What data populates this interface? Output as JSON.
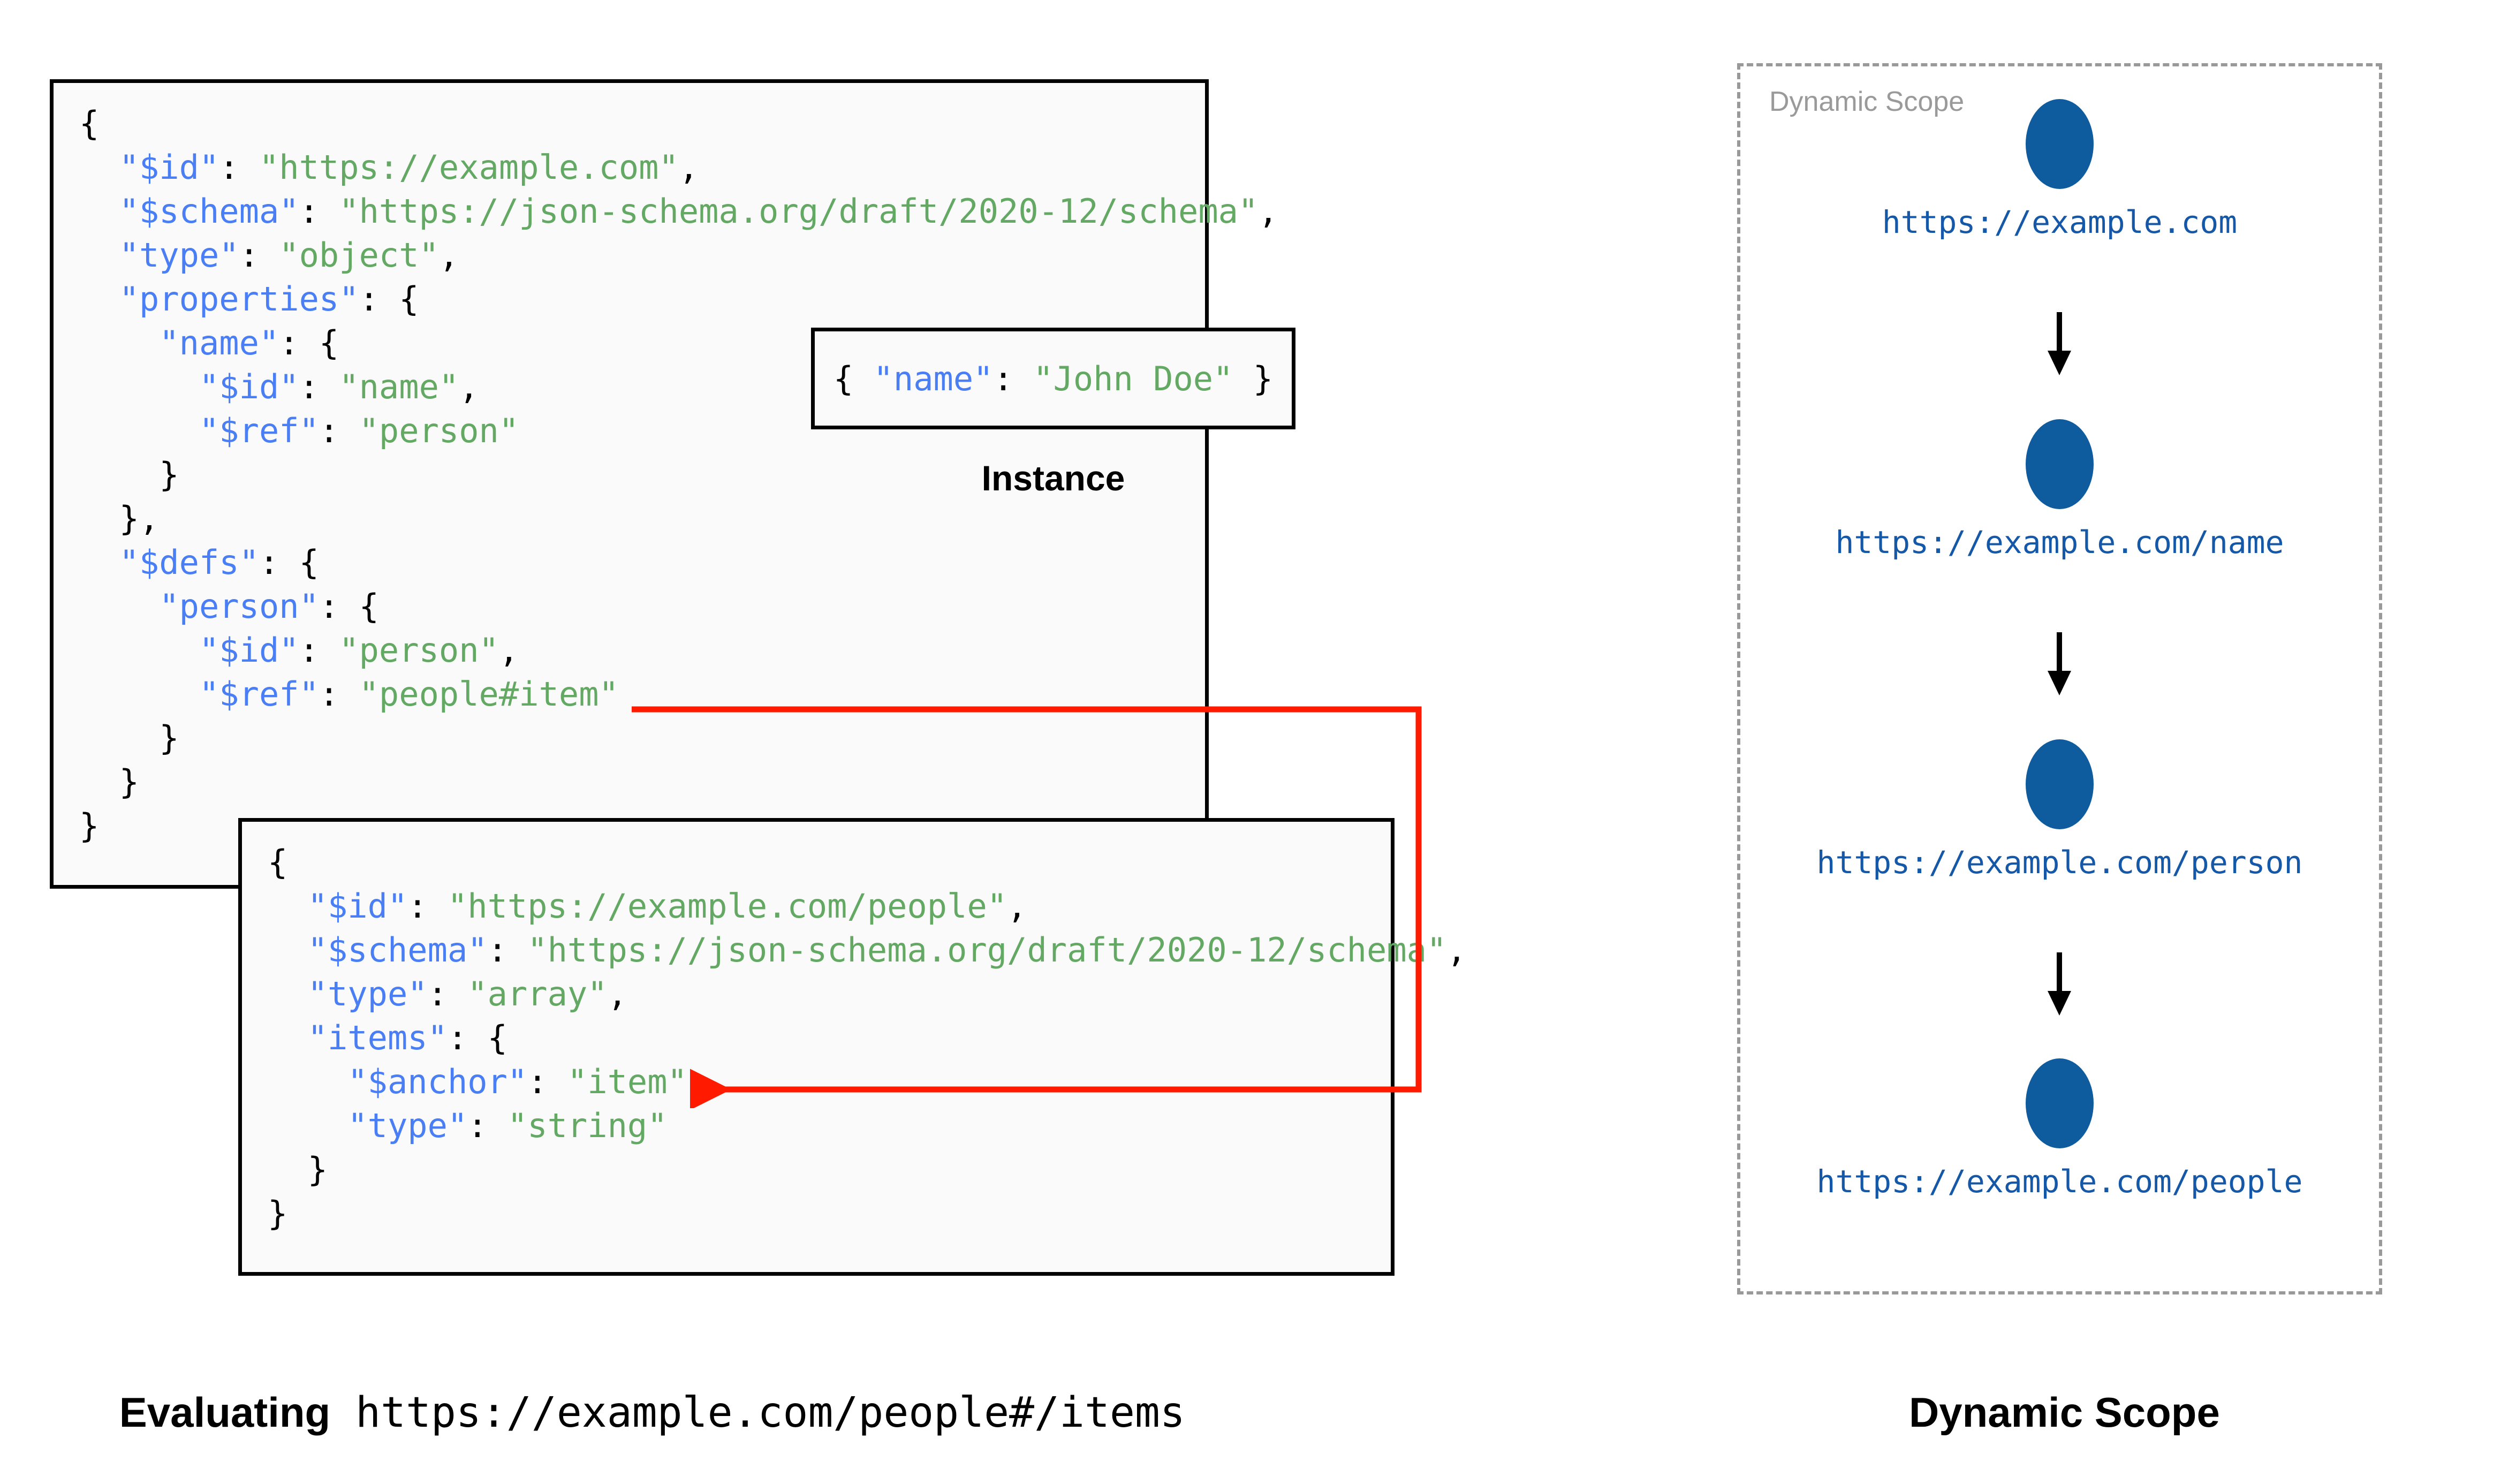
{
  "schema_box": {
    "lines": [
      [
        {
          "t": "{",
          "c": "p"
        }
      ],
      [
        {
          "t": "  ",
          "c": "p"
        },
        {
          "t": "\"$id\"",
          "c": "k"
        },
        {
          "t": ": ",
          "c": "p"
        },
        {
          "t": "\"https://example.com\"",
          "c": "s"
        },
        {
          "t": ",",
          "c": "p"
        }
      ],
      [
        {
          "t": "  ",
          "c": "p"
        },
        {
          "t": "\"$schema\"",
          "c": "k"
        },
        {
          "t": ": ",
          "c": "p"
        },
        {
          "t": "\"https://json-schema.org/draft/2020-12/schema\"",
          "c": "s"
        },
        {
          "t": ",",
          "c": "p"
        }
      ],
      [
        {
          "t": "  ",
          "c": "p"
        },
        {
          "t": "\"type\"",
          "c": "k"
        },
        {
          "t": ": ",
          "c": "p"
        },
        {
          "t": "\"object\"",
          "c": "s"
        },
        {
          "t": ",",
          "c": "p"
        }
      ],
      [
        {
          "t": "  ",
          "c": "p"
        },
        {
          "t": "\"properties\"",
          "c": "k"
        },
        {
          "t": ": {",
          "c": "p"
        }
      ],
      [
        {
          "t": "    ",
          "c": "p"
        },
        {
          "t": "\"name\"",
          "c": "k"
        },
        {
          "t": ": {",
          "c": "p"
        }
      ],
      [
        {
          "t": "      ",
          "c": "p"
        },
        {
          "t": "\"$id\"",
          "c": "k"
        },
        {
          "t": ": ",
          "c": "p"
        },
        {
          "t": "\"name\"",
          "c": "s"
        },
        {
          "t": ",",
          "c": "p"
        }
      ],
      [
        {
          "t": "      ",
          "c": "p"
        },
        {
          "t": "\"$ref\"",
          "c": "k"
        },
        {
          "t": ": ",
          "c": "p"
        },
        {
          "t": "\"person\"",
          "c": "s"
        }
      ],
      [
        {
          "t": "    }",
          "c": "p"
        }
      ],
      [
        {
          "t": "  },",
          "c": "p"
        }
      ],
      [
        {
          "t": "  ",
          "c": "p"
        },
        {
          "t": "\"$defs\"",
          "c": "k"
        },
        {
          "t": ": {",
          "c": "p"
        }
      ],
      [
        {
          "t": "    ",
          "c": "p"
        },
        {
          "t": "\"person\"",
          "c": "k"
        },
        {
          "t": ": {",
          "c": "p"
        }
      ],
      [
        {
          "t": "      ",
          "c": "p"
        },
        {
          "t": "\"$id\"",
          "c": "k"
        },
        {
          "t": ": ",
          "c": "p"
        },
        {
          "t": "\"person\"",
          "c": "s"
        },
        {
          "t": ",",
          "c": "p"
        }
      ],
      [
        {
          "t": "      ",
          "c": "p"
        },
        {
          "t": "\"$ref\"",
          "c": "k"
        },
        {
          "t": ": ",
          "c": "p"
        },
        {
          "t": "\"people#item\"",
          "c": "s"
        }
      ],
      [
        {
          "t": "    }",
          "c": "p"
        }
      ],
      [
        {
          "t": "  }",
          "c": "p"
        }
      ],
      [
        {
          "t": "}",
          "c": "p"
        }
      ]
    ]
  },
  "people_box": {
    "lines": [
      [
        {
          "t": "{",
          "c": "p"
        }
      ],
      [
        {
          "t": "  ",
          "c": "p"
        },
        {
          "t": "\"$id\"",
          "c": "k"
        },
        {
          "t": ": ",
          "c": "p"
        },
        {
          "t": "\"https://example.com/people\"",
          "c": "s"
        },
        {
          "t": ",",
          "c": "p"
        }
      ],
      [
        {
          "t": "  ",
          "c": "p"
        },
        {
          "t": "\"$schema\"",
          "c": "k"
        },
        {
          "t": ": ",
          "c": "p"
        },
        {
          "t": "\"https://json-schema.org/draft/2020-12/schema\"",
          "c": "s"
        },
        {
          "t": ",",
          "c": "p"
        }
      ],
      [
        {
          "t": "  ",
          "c": "p"
        },
        {
          "t": "\"type\"",
          "c": "k"
        },
        {
          "t": ": ",
          "c": "p"
        },
        {
          "t": "\"array\"",
          "c": "s"
        },
        {
          "t": ",",
          "c": "p"
        }
      ],
      [
        {
          "t": "  ",
          "c": "p"
        },
        {
          "t": "\"items\"",
          "c": "k"
        },
        {
          "t": ": {",
          "c": "p"
        }
      ],
      [
        {
          "t": "    ",
          "c": "p"
        },
        {
          "t": "\"$anchor\"",
          "c": "k"
        },
        {
          "t": ": ",
          "c": "p"
        },
        {
          "t": "\"item\"",
          "c": "s"
        },
        {
          "t": ",",
          "c": "p"
        }
      ],
      [
        {
          "t": "    ",
          "c": "p"
        },
        {
          "t": "\"type\"",
          "c": "k"
        },
        {
          "t": ": ",
          "c": "p"
        },
        {
          "t": "\"string\"",
          "c": "s"
        }
      ],
      [
        {
          "t": "  }",
          "c": "p"
        }
      ],
      [
        {
          "t": "}",
          "c": "p"
        }
      ]
    ]
  },
  "instance": {
    "parts": [
      {
        "t": "{ ",
        "c": "p"
      },
      {
        "t": "\"name\"",
        "c": "k"
      },
      {
        "t": ": ",
        "c": "p"
      },
      {
        "t": "\"John Doe\"",
        "c": "s"
      },
      {
        "t": " }",
        "c": "p"
      }
    ],
    "caption": "Instance"
  },
  "dynamic_scope": {
    "inner_label": "Dynamic Scope",
    "nodes": [
      {
        "label": "https://example.com"
      },
      {
        "label": "https://example.com/name"
      },
      {
        "label": "https://example.com/person"
      },
      {
        "label": "https://example.com/people"
      }
    ]
  },
  "captions": {
    "left_bold": "Evaluating",
    "left_mono": " https://example.com/people#/items",
    "right": "Dynamic Scope"
  },
  "colors": {
    "json_key": "#4a7ef5",
    "json_string": "#63a863",
    "node_fill": "#0e5c9e",
    "node_label": "#1558a8",
    "ref_arrow": "#ff1a00",
    "scope_border": "#999999",
    "scope_label": "#9a9a9a",
    "box_border": "#000000",
    "box_fill": "#fafafa"
  }
}
